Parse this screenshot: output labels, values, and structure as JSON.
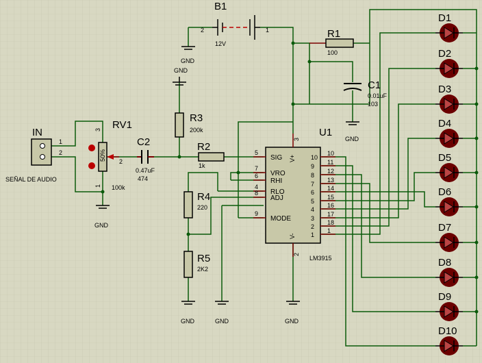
{
  "schematic": {
    "battery": {
      "ref": "B1",
      "value": "12V",
      "pin_neg": "2",
      "pin_pos": "1"
    },
    "r1": {
      "ref": "R1",
      "value": "100"
    },
    "c1": {
      "ref": "C1",
      "value": "0.01uF",
      "code": "103"
    },
    "r2": {
      "ref": "R2",
      "value": "1k"
    },
    "r3": {
      "ref": "R3",
      "value": "200k"
    },
    "r4": {
      "ref": "R4",
      "value": "220"
    },
    "r5": {
      "ref": "R5",
      "value": "2K2"
    },
    "c2": {
      "ref": "C2",
      "value": "0.47uF",
      "code": "474"
    },
    "rv1": {
      "ref": "RV1",
      "value": "100k",
      "wiper": "50%",
      "pin1": "1",
      "pin2": "2",
      "pin3": "3"
    },
    "input": {
      "ref": "IN",
      "caption": "SEÑAL DE AUDIO",
      "pin1": "1",
      "pin2": "2"
    },
    "ic": {
      "ref": "U1",
      "part": "LM3915",
      "left_pins": [
        {
          "num": "5",
          "name": "SIG"
        },
        {
          "num": "7",
          "name": "VRO"
        },
        {
          "num": "6",
          "name": "RHI"
        },
        {
          "num": "4",
          "name": "RLO"
        },
        {
          "num": "8",
          "name": "ADJ"
        },
        {
          "num": "9",
          "name": "MODE"
        }
      ],
      "right_pins": [
        "10",
        "11",
        "12",
        "13",
        "14",
        "15",
        "16",
        "17",
        "18",
        "1"
      ],
      "right_pins_order": [
        "10",
        "9",
        "8",
        "7",
        "6",
        "5",
        "4",
        "3",
        "2",
        "1"
      ],
      "right_numbers_outside": [
        "10",
        "11",
        "12",
        "13",
        "14",
        "15",
        "16",
        "17",
        "18",
        "1"
      ],
      "top_pin": "3",
      "bottom_pin": "2",
      "vplus": "V+",
      "vminus": "V-"
    },
    "gnd_label": "GND",
    "leds": [
      "D1",
      "D2",
      "D3",
      "D4",
      "D5",
      "D6",
      "D7",
      "D8",
      "D9",
      "D10"
    ]
  }
}
